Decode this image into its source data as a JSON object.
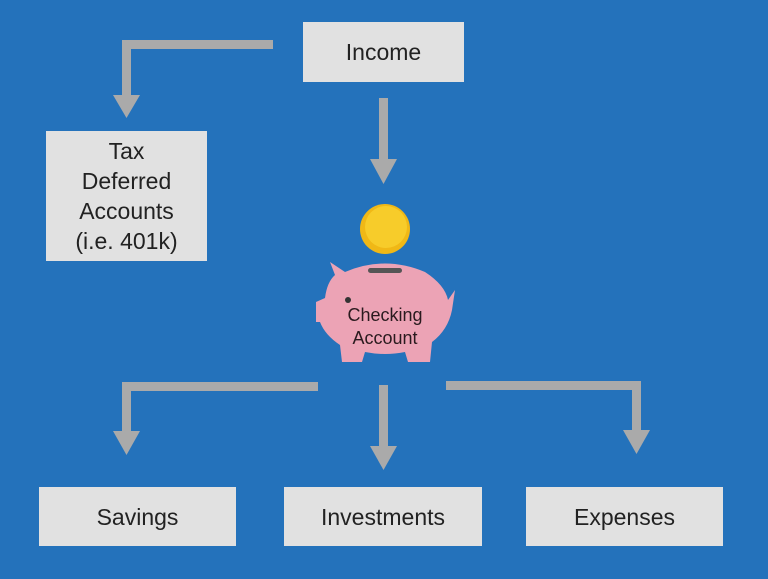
{
  "nodes": {
    "income": "Income",
    "tax_deferred": [
      "Tax",
      "Deferred",
      "Accounts",
      "(i.e. 401k)"
    ],
    "checking": [
      "Checking",
      "Account"
    ],
    "savings": "Savings",
    "investments": "Investments",
    "expenses": "Expenses"
  },
  "colors": {
    "background": "#2472bb",
    "arrow": "#aaaaaa",
    "box": "#e1e1e1",
    "pig": "#eca3b5",
    "coin": "#f5c518"
  }
}
